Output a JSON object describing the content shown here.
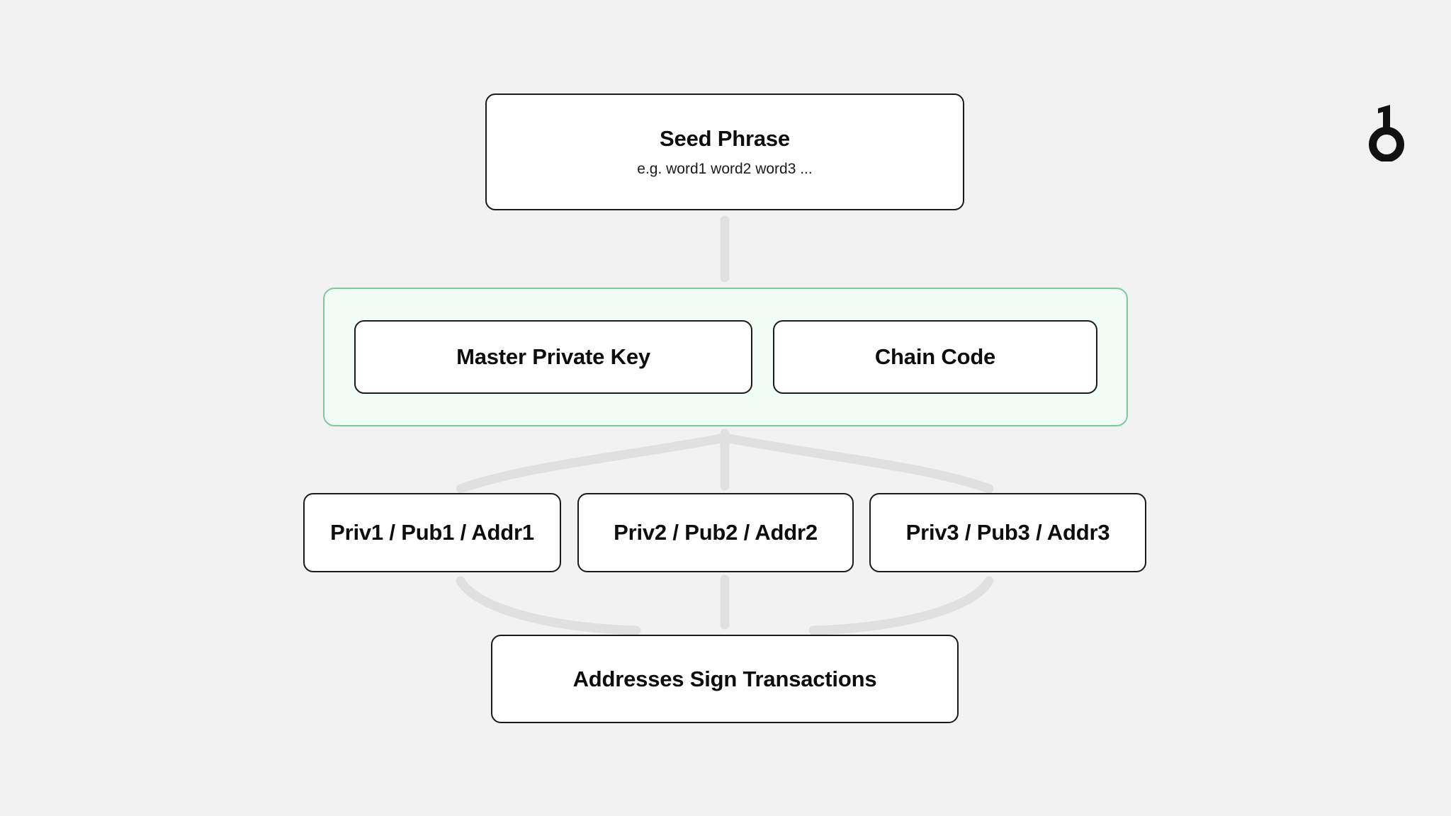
{
  "diagram": {
    "type": "flow-diagram",
    "background_color": "#f2f2f2",
    "accent_color": "#7dc9a0",
    "group_fill_color": "#f2fcf6",
    "node_border_color": "#1a1a1a",
    "connector_color": "#e0e0e0",
    "seed": {
      "title": "Seed Phrase",
      "subtitle": "e.g. word1 word2 word3 ..."
    },
    "master_group": {
      "master_private_key": "Master Private Key",
      "chain_code": "Chain Code"
    },
    "derived_keys": [
      {
        "label": "Priv1 / Pub1 / Addr1"
      },
      {
        "label": "Priv2 / Pub2 / Addr2"
      },
      {
        "label": "Priv3 / Pub3 / Addr3"
      }
    ],
    "sign": {
      "title": "Addresses Sign Transactions"
    }
  },
  "brand": {
    "logo_name": "one-zero-logo",
    "digit_one": "1",
    "digit_zero": "0"
  }
}
